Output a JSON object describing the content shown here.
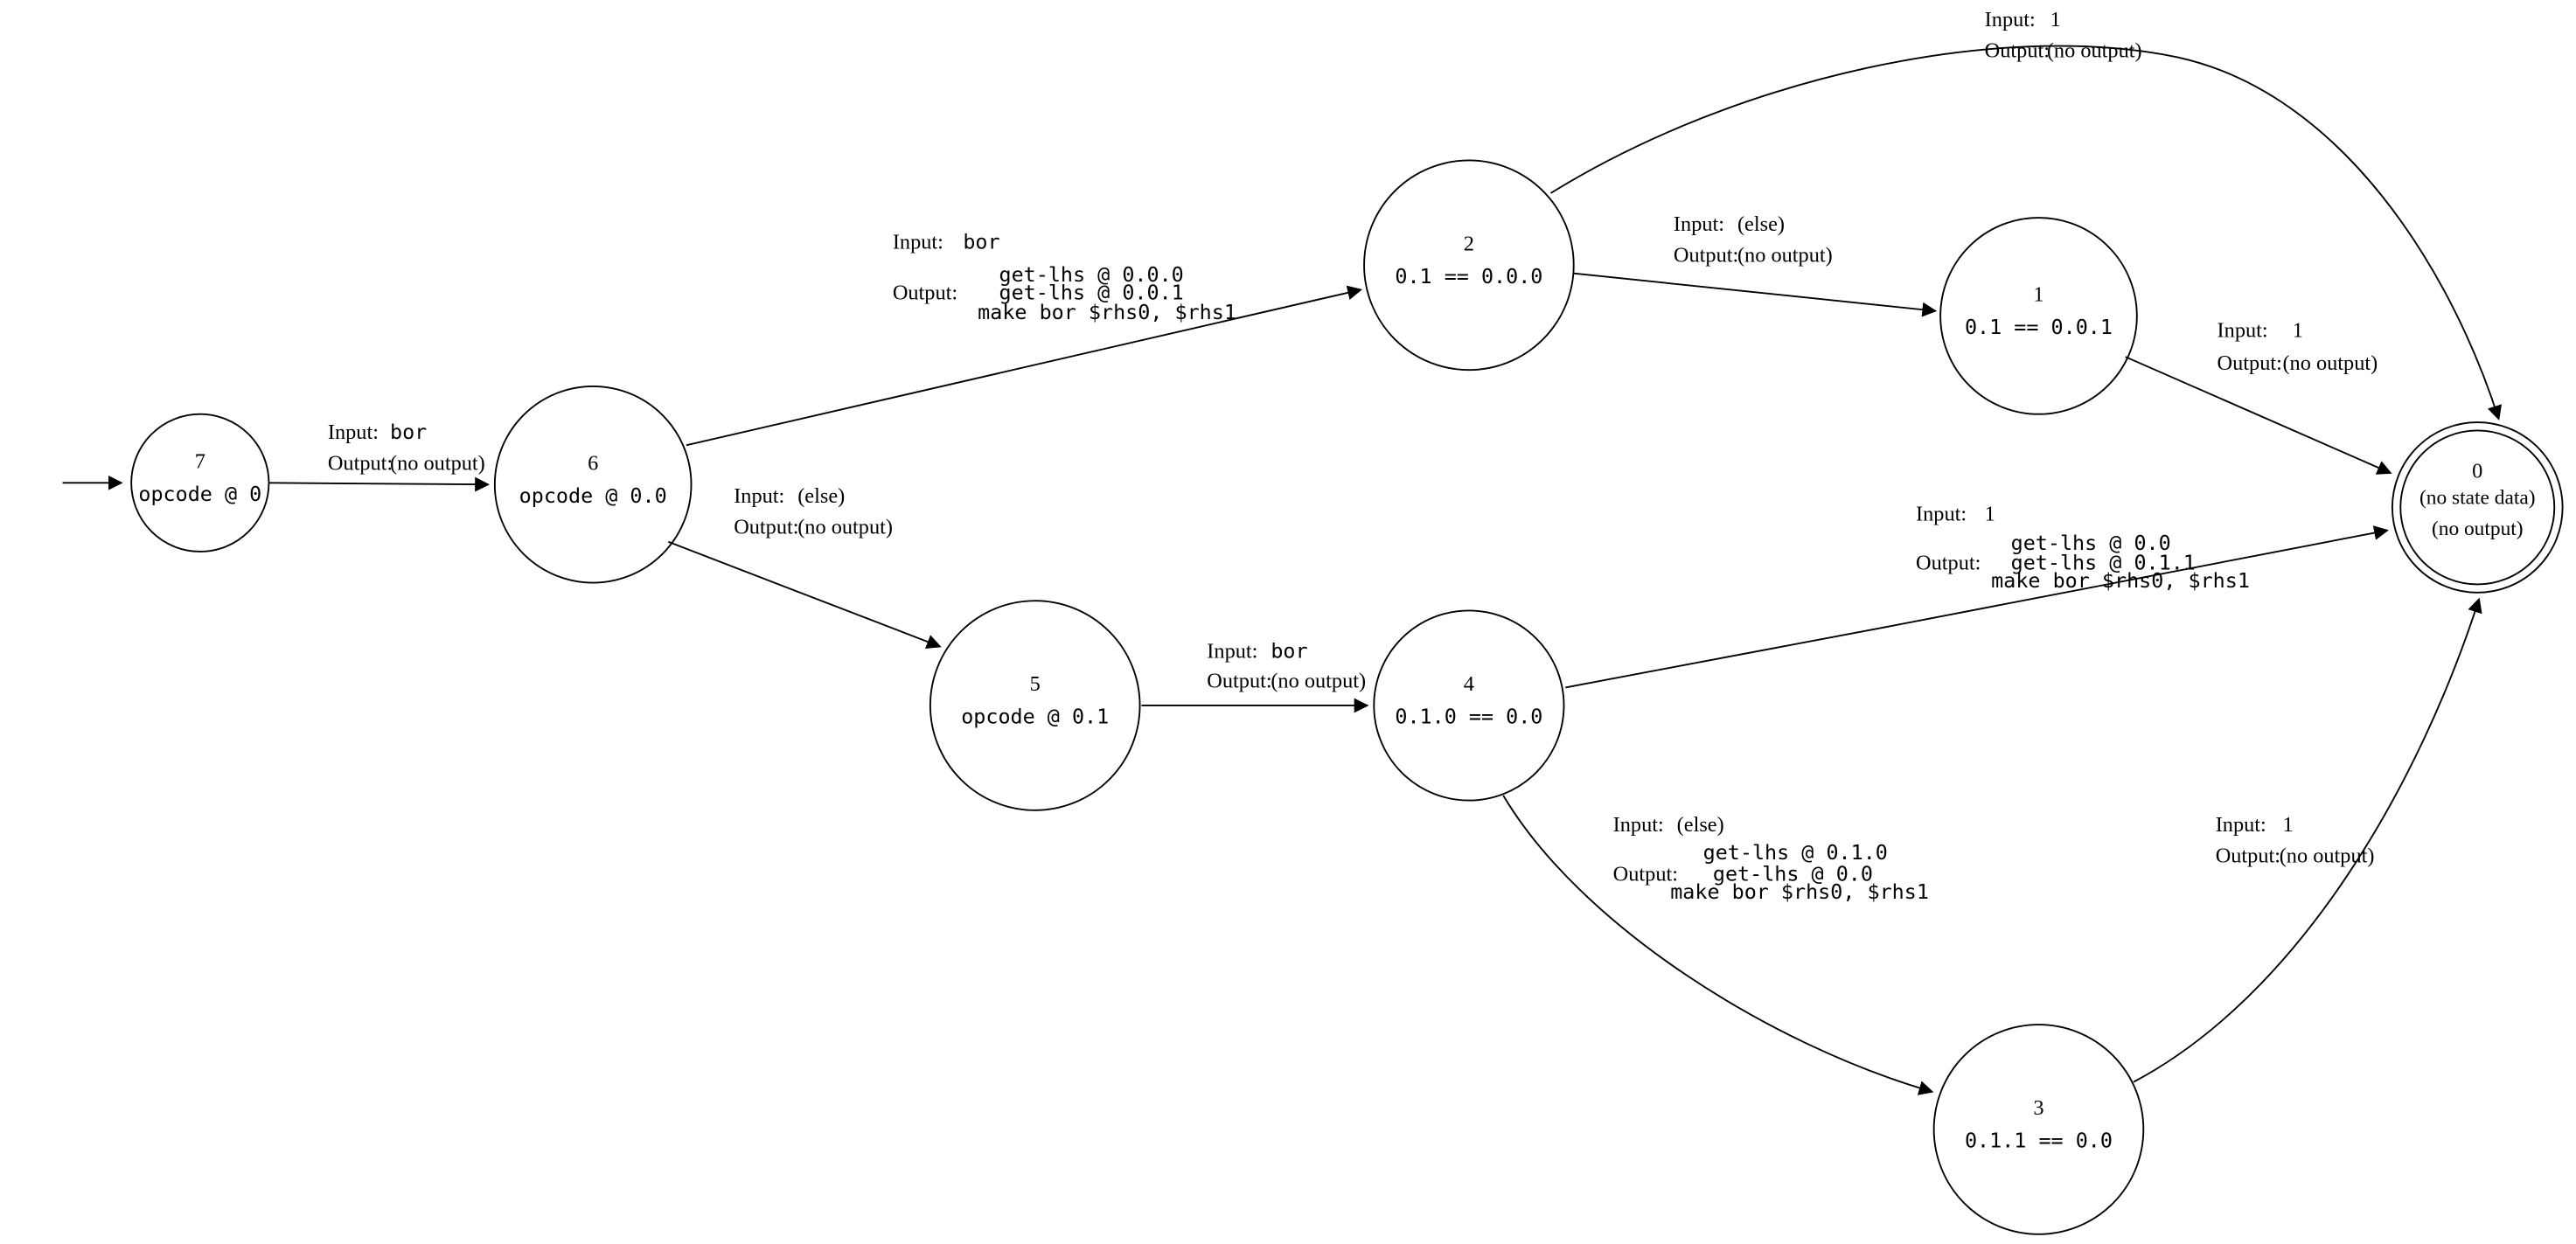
{
  "diagram": {
    "type": "state-machine",
    "labels": {
      "input": "Input:",
      "output": "Output:"
    },
    "nodes": [
      {
        "id": "7",
        "label": "opcode @ 0",
        "start": true,
        "accepting": false
      },
      {
        "id": "6",
        "label": "opcode @ 0.0",
        "accepting": false
      },
      {
        "id": "2",
        "label": "0.1 == 0.0.0",
        "accepting": false
      },
      {
        "id": "1",
        "label": "0.1 == 0.0.1",
        "accepting": false
      },
      {
        "id": "0",
        "label_lines": [
          "(no state data)",
          "(no output)"
        ],
        "accepting": true
      },
      {
        "id": "5",
        "label": "opcode @ 0.1",
        "accepting": false
      },
      {
        "id": "4",
        "label": "0.1.0 == 0.0",
        "accepting": false
      },
      {
        "id": "3",
        "label": "0.1.1 == 0.0",
        "accepting": false
      }
    ],
    "edges": [
      {
        "from": "7",
        "to": "6",
        "input": "bor",
        "output_lines": [
          "(no output)"
        ]
      },
      {
        "from": "6",
        "to": "2",
        "input": "bor",
        "output_lines": [
          "get-lhs @ 0.0.0",
          "get-lhs @ 0.0.1",
          "make bor $rhs0, $rhs1"
        ]
      },
      {
        "from": "6",
        "to": "5",
        "input": "(else)",
        "output_lines": [
          "(no output)"
        ]
      },
      {
        "from": "2",
        "to": "1",
        "input": "(else)",
        "output_lines": [
          "(no output)"
        ]
      },
      {
        "from": "2",
        "to": "0",
        "input": "1",
        "output_lines": [
          "(no output)"
        ]
      },
      {
        "from": "1",
        "to": "0",
        "input": "1",
        "output_lines": [
          "(no output)"
        ]
      },
      {
        "from": "5",
        "to": "4",
        "input": "bor",
        "output_lines": [
          "(no output)"
        ]
      },
      {
        "from": "4",
        "to": "0",
        "input": "1",
        "output_lines": [
          "get-lhs @ 0.0",
          "get-lhs @ 0.1.1",
          "make bor $rhs0, $rhs1"
        ]
      },
      {
        "from": "4",
        "to": "3",
        "input": "(else)",
        "output_lines": [
          "get-lhs @ 0.1.0",
          "get-lhs @ 0.0",
          "make bor $rhs0, $rhs1"
        ]
      },
      {
        "from": "3",
        "to": "0",
        "input": "1",
        "output_lines": [
          "(no output)"
        ]
      }
    ]
  }
}
